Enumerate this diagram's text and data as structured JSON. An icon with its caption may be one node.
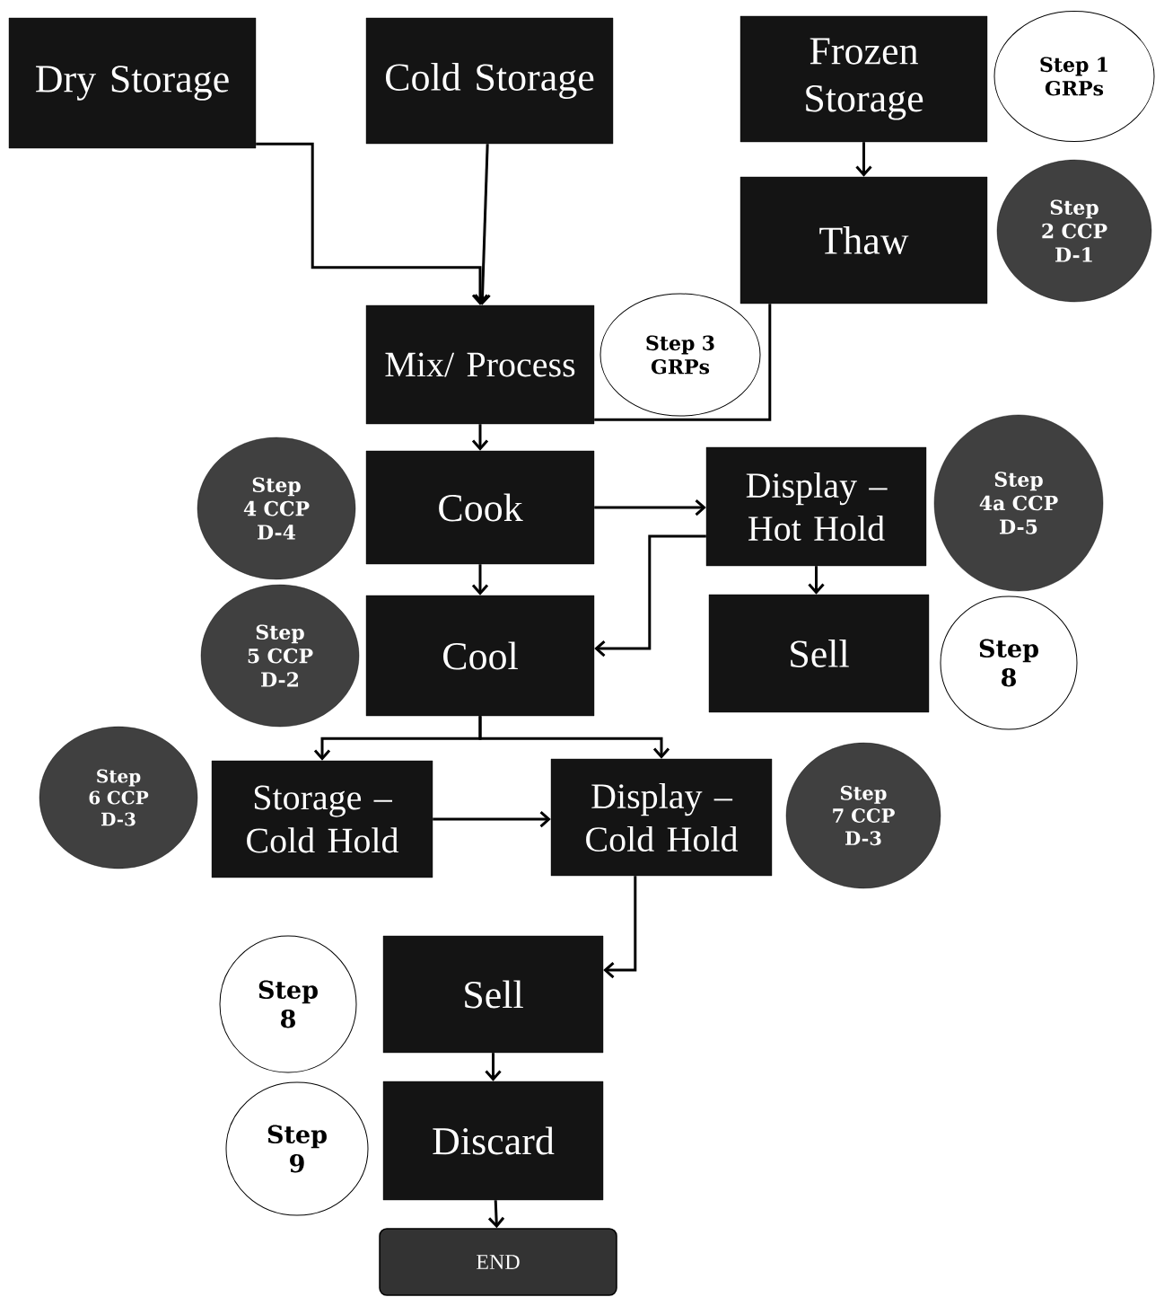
{
  "diagram": {
    "nodes": [
      {
        "text": [
          "Dry Storage"
        ]
      },
      {
        "text": [
          "Cold Storage"
        ]
      },
      {
        "text": [
          "Frozen Storage"
        ]
      },
      {
        "text": [
          "Step 1 GRPs"
        ]
      },
      {
        "text": [
          "Thaw"
        ]
      },
      {
        "text": [
          "Step 2 CCP D-1"
        ]
      },
      {
        "text": [
          "Mix/ Process"
        ]
      },
      {
        "text": [
          "Step 3 GRPs"
        ]
      },
      {
        "text": [
          "Step 4 CCP D-4"
        ]
      },
      {
        "text": [
          "Cook"
        ]
      },
      {
        "text": [
          "Display – Hot Hold"
        ]
      },
      {
        "text": [
          "Step 4a CCP D-5"
        ]
      },
      {
        "text": [
          "Step 5 CCP D-2"
        ]
      },
      {
        "text": [
          "Cool"
        ]
      },
      {
        "text": [
          "Sell"
        ]
      },
      {
        "text": [
          "Step 8"
        ]
      },
      {
        "text": [
          "Step 6 CCP D-3"
        ]
      },
      {
        "text": [
          "Storage – Cold Hold"
        ]
      },
      {
        "text": [
          "Display – Cold Hold"
        ]
      },
      {
        "text": [
          "Step 7 CCP D-3"
        ]
      },
      {
        "text": [
          "Step 8"
        ]
      },
      {
        "text": [
          "Sell"
        ]
      },
      {
        "text": [
          "Step 9"
        ]
      },
      {
        "text": [
          "Discard"
        ]
      },
      {
        "text": [
          "END"
        ]
      }
    ],
    "edges": [
      {
        "from": 0,
        "to": 6,
        "arrow": "to"
      },
      {
        "from": 1,
        "to": 6,
        "arrow": "to"
      },
      {
        "from": 2,
        "to": 4,
        "arrow": "to"
      },
      {
        "from": 4,
        "to": 6,
        "arrow": "none"
      },
      {
        "from": 6,
        "to": 9,
        "arrow": "to"
      },
      {
        "from": 9,
        "to": 10,
        "arrow": "to"
      },
      {
        "from": 9,
        "to": 13,
        "arrow": "to"
      },
      {
        "from": 10,
        "to": 13,
        "arrow": "to"
      },
      {
        "from": 10,
        "to": 14,
        "arrow": "to"
      },
      {
        "from": 13,
        "to": 17,
        "arrow": "to"
      },
      {
        "from": 13,
        "to": 18,
        "arrow": "to"
      },
      {
        "from": 17,
        "to": 18,
        "arrow": "to"
      },
      {
        "from": 18,
        "to": 21,
        "arrow": "to"
      },
      {
        "from": 21,
        "to": 23,
        "arrow": "to"
      },
      {
        "from": 23,
        "to": 24,
        "arrow": "to"
      }
    ]
  }
}
